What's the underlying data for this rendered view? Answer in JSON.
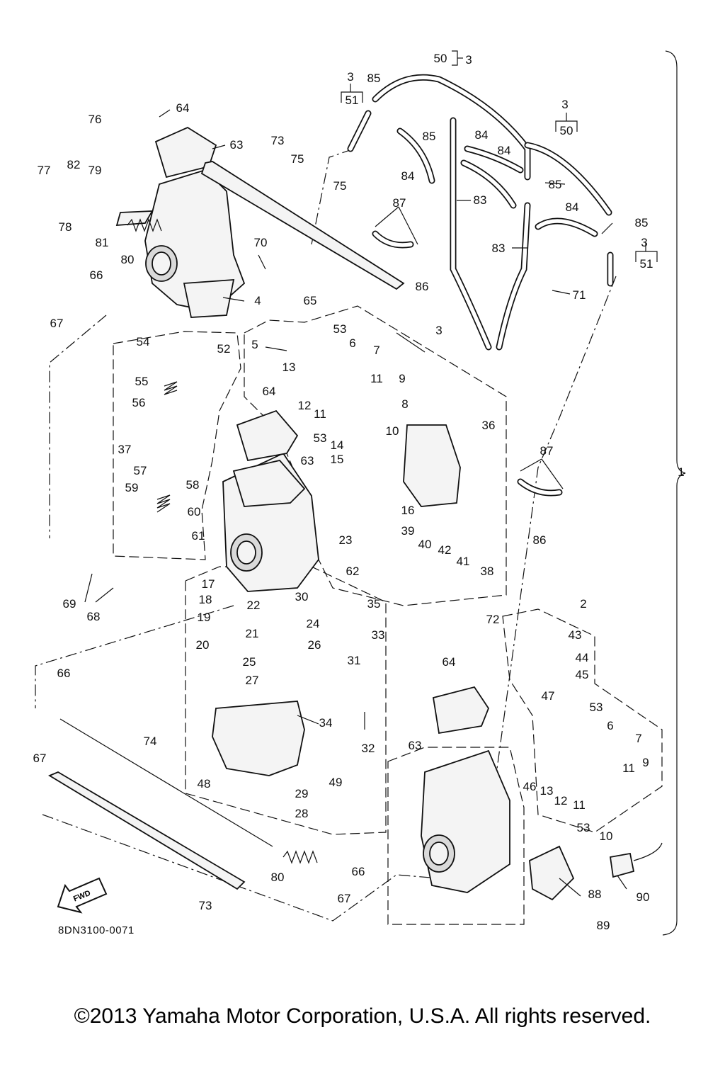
{
  "diagram": {
    "drawing_code": "8DN3100-0071",
    "fwd_label": "FWD",
    "copyright": "©2013 Yamaha Motor Corporation, U.S.A. All rights reserved.",
    "group_brackets": [
      {
        "top": "3",
        "bottom": "51"
      },
      {
        "top": "3",
        "bottom": "50"
      },
      {
        "top": "3",
        "bottom": "51"
      },
      {
        "left": "50",
        "right": "3"
      }
    ],
    "callouts": [
      "1",
      "2",
      "3",
      "4",
      "5",
      "6",
      "7",
      "8",
      "9",
      "10",
      "11",
      "12",
      "13",
      "14",
      "15",
      "16",
      "17",
      "18",
      "19",
      "20",
      "21",
      "22",
      "23",
      "24",
      "25",
      "26",
      "27",
      "28",
      "29",
      "30",
      "31",
      "32",
      "33",
      "34",
      "35",
      "36",
      "37",
      "38",
      "39",
      "40",
      "41",
      "42",
      "43",
      "44",
      "45",
      "46",
      "47",
      "48",
      "49",
      "52",
      "53",
      "54",
      "55",
      "56",
      "57",
      "58",
      "59",
      "60",
      "61",
      "62",
      "63",
      "64",
      "65",
      "66",
      "67",
      "68",
      "69",
      "70",
      "71",
      "72",
      "73",
      "74",
      "75",
      "76",
      "77",
      "78",
      "79",
      "80",
      "81",
      "82",
      "83",
      "84",
      "85",
      "86",
      "87",
      "88",
      "89",
      "90"
    ]
  }
}
